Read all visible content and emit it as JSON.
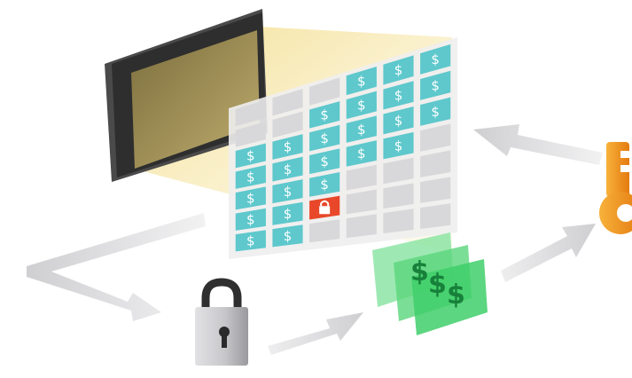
{
  "diagram": {
    "grid": {
      "columns": 6,
      "rows": 7,
      "cell_kinds": [
        [
          "empty",
          "empty",
          "empty",
          "dollar",
          "dollar",
          "dollar"
        ],
        [
          "empty",
          "empty",
          "dollar",
          "dollar",
          "dollar",
          "dollar"
        ],
        [
          "dollar",
          "dollar",
          "dollar",
          "dollar",
          "dollar",
          "dollar"
        ],
        [
          "dollar",
          "dollar",
          "dollar",
          "dollar",
          "dollar",
          "empty"
        ],
        [
          "dollar",
          "dollar",
          "dollar",
          "empty",
          "empty",
          "empty"
        ],
        [
          "dollar",
          "dollar",
          "locked",
          "empty",
          "empty",
          "empty"
        ],
        [
          "dollar",
          "dollar",
          "empty",
          "empty",
          "empty",
          "empty"
        ]
      ],
      "dollar_symbol": "$"
    },
    "money_stack": {
      "symbols": [
        "$",
        "$",
        "$"
      ]
    },
    "colors": {
      "dollar_cell": "#5ec8cc",
      "empty_cell": "#d8d8da",
      "locked_cell": "#e8472a",
      "monitor_frame": "#2e2e2e",
      "screen_tint": "#b8a050",
      "light_beam": "#f6e9b0",
      "arrow": "#d9d9db",
      "money": "#3fcf6a",
      "key": "#f39c1f",
      "padlock": "#b9b9bd"
    },
    "icons": [
      "monitor-icon",
      "padlock-icon",
      "money-icon",
      "key-icon",
      "lock-icon"
    ]
  }
}
